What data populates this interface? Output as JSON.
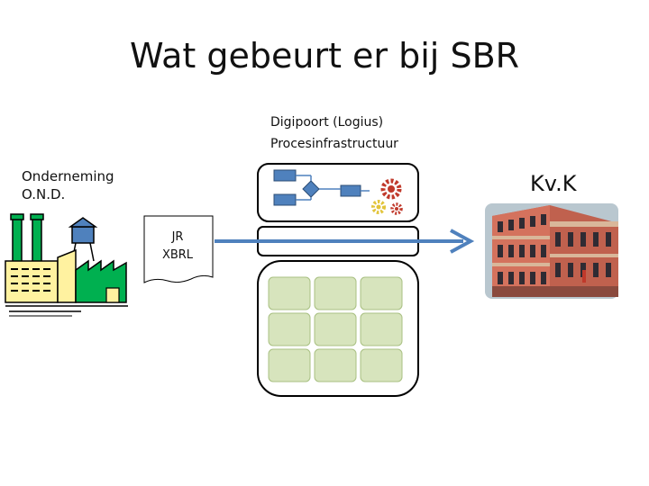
{
  "title": "Wat gebeurt er bij SBR",
  "digipoort": {
    "line1": "Digipoort (Logius)",
    "line2": "Procesinfrastructuur"
  },
  "sender": {
    "line1": "Onderneming",
    "line2": "O.N.D."
  },
  "receiver": {
    "label": "Kv.K"
  },
  "document": {
    "line1": "JR",
    "line2": "XBRL"
  },
  "colors": {
    "arrow": "#4f81bd",
    "process_box": "#4f81bd",
    "grid_cell": "#d7e4bd",
    "factory_green": "#00b050",
    "factory_yellow": "#fff2a0",
    "gear_red": "#c0392b",
    "gear_yellow": "#e2c43a"
  },
  "icons": {
    "sender": "factory-icon",
    "receiver": "building-photo",
    "gears": "gears-icon",
    "flowchart": "flowchart-icon"
  }
}
